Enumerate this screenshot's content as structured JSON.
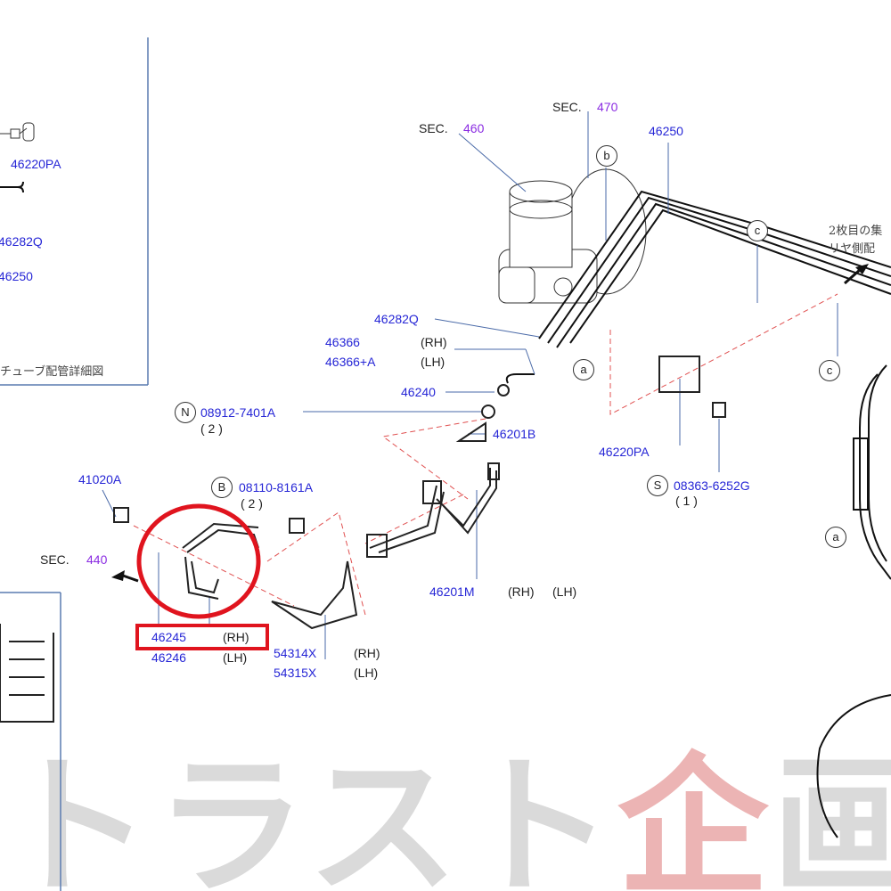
{
  "inset": {
    "labels": [
      "46220PA",
      "46282Q",
      "46250"
    ],
    "caption": "チューブ配管詳細図"
  },
  "sections": [
    {
      "prefix": "SEC.",
      "num": "460"
    },
    {
      "prefix": "SEC.",
      "num": "470"
    },
    {
      "prefix": "SEC.",
      "num": "440"
    }
  ],
  "callouts": {
    "a": "a",
    "b": "b",
    "c": "c",
    "N": "N",
    "B": "B",
    "S": "S"
  },
  "note_right": [
    "2枚目の集",
    "リヤ側配"
  ],
  "parts": {
    "p46250": "46250",
    "p46282Q": "46282Q",
    "p46366": "46366",
    "p46366_side": "(RH)",
    "p46366A": "46366+A",
    "p46366A_side": "(LH)",
    "p46240": "46240",
    "p08912": "08912-7401A",
    "p08912_qty": "( 2 )",
    "p46201B": "46201B",
    "p46220PA": "46220PA",
    "p08363": "08363-6252G",
    "p08363_qty": "( 1 )",
    "p41020A": "41020A",
    "p08110": "08110-8161A",
    "p08110_qty": "( 2 )",
    "p46201M": "46201M",
    "p46201M_rh": "(RH)",
    "p46201M_lh": "(LH)",
    "p46245": "46245",
    "p46245_side": "(RH)",
    "p46246": "46246",
    "p46246_side": "(LH)",
    "p54314X": "54314X",
    "p54314X_side": "(RH)",
    "p54315X": "54315X",
    "p54315X_side": "(LH)"
  },
  "watermark": {
    "text_gray": "トラスト",
    "text_red": "企",
    "text_gray2": "画"
  },
  "colors": {
    "part_number": "#2626d6",
    "section_number": "#8a2be2",
    "highlight": "#e0141e"
  }
}
